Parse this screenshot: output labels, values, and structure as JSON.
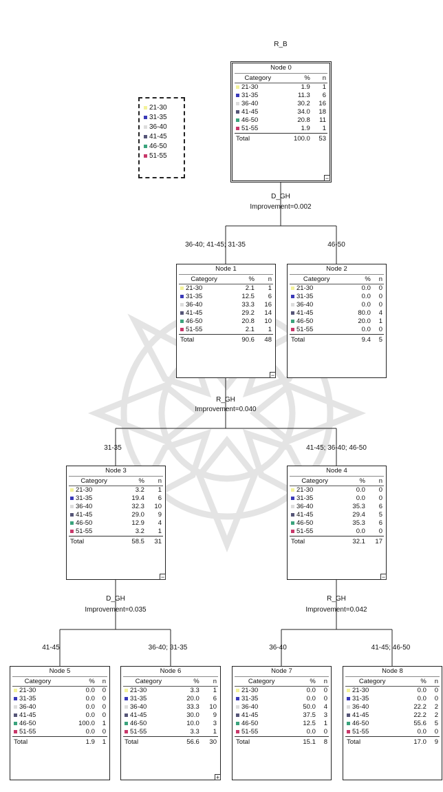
{
  "target_label": "R_B",
  "colors": {
    "21-30": "#f3f29a",
    "31-35": "#3a3ab8",
    "36-40": "#dcdcdc",
    "41-45": "#555577",
    "46-50": "#3aa37c",
    "51-55": "#c8386a"
  },
  "legend": [
    "21-30",
    "31-35",
    "36-40",
    "41-45",
    "46-50",
    "51-55"
  ],
  "headers": {
    "category": "Category",
    "pct": "%",
    "n": "n"
  },
  "total_label": "Total",
  "nodes": [
    {
      "id": "n0",
      "title": "Node 0",
      "rows": [
        [
          "21-30",
          "1.9",
          "1"
        ],
        [
          "31-35",
          "11.3",
          "6"
        ],
        [
          "36-40",
          "30.2",
          "16"
        ],
        [
          "41-45",
          "34.0",
          "18"
        ],
        [
          "46-50",
          "20.8",
          "11"
        ],
        [
          "51-55",
          "1.9",
          "1"
        ]
      ],
      "total": [
        "100.0",
        "53"
      ],
      "toggle": "−"
    },
    {
      "id": "n1",
      "title": "Node 1",
      "rows": [
        [
          "21-30",
          "2.1",
          "1"
        ],
        [
          "31-35",
          "12.5",
          "6"
        ],
        [
          "36-40",
          "33.3",
          "16"
        ],
        [
          "41-45",
          "29.2",
          "14"
        ],
        [
          "46-50",
          "20.8",
          "10"
        ],
        [
          "51-55",
          "2.1",
          "1"
        ]
      ],
      "total": [
        "90.6",
        "48"
      ],
      "toggle": "−"
    },
    {
      "id": "n2",
      "title": "Node 2",
      "rows": [
        [
          "21-30",
          "0.0",
          "0"
        ],
        [
          "31-35",
          "0.0",
          "0"
        ],
        [
          "36-40",
          "0.0",
          "0"
        ],
        [
          "41-45",
          "80.0",
          "4"
        ],
        [
          "46-50",
          "20.0",
          "1"
        ],
        [
          "51-55",
          "0.0",
          "0"
        ]
      ],
      "total": [
        "9.4",
        "5"
      ],
      "toggle": ""
    },
    {
      "id": "n3",
      "title": "Node 3",
      "rows": [
        [
          "21-30",
          "3.2",
          "1"
        ],
        [
          "31-35",
          "19.4",
          "6"
        ],
        [
          "36-40",
          "32.3",
          "10"
        ],
        [
          "41-45",
          "29.0",
          "9"
        ],
        [
          "46-50",
          "12.9",
          "4"
        ],
        [
          "51-55",
          "3.2",
          "1"
        ]
      ],
      "total": [
        "58.5",
        "31"
      ],
      "toggle": "−"
    },
    {
      "id": "n4",
      "title": "Node 4",
      "rows": [
        [
          "21-30",
          "0.0",
          "0"
        ],
        [
          "31-35",
          "0.0",
          "0"
        ],
        [
          "36-40",
          "35.3",
          "6"
        ],
        [
          "41-45",
          "29.4",
          "5"
        ],
        [
          "46-50",
          "35.3",
          "6"
        ],
        [
          "51-55",
          "0.0",
          "0"
        ]
      ],
      "total": [
        "32.1",
        "17"
      ],
      "toggle": "−"
    },
    {
      "id": "n5",
      "title": "Node 5",
      "rows": [
        [
          "21-30",
          "0.0",
          "0"
        ],
        [
          "31-35",
          "0.0",
          "0"
        ],
        [
          "36-40",
          "0.0",
          "0"
        ],
        [
          "41-45",
          "0.0",
          "0"
        ],
        [
          "46-50",
          "100.0",
          "1"
        ],
        [
          "51-55",
          "0.0",
          "0"
        ]
      ],
      "total": [
        "1.9",
        "1"
      ],
      "toggle": ""
    },
    {
      "id": "n6",
      "title": "Node 6",
      "rows": [
        [
          "21-30",
          "3.3",
          "1"
        ],
        [
          "31-35",
          "20.0",
          "6"
        ],
        [
          "36-40",
          "33.3",
          "10"
        ],
        [
          "41-45",
          "30.0",
          "9"
        ],
        [
          "46-50",
          "10.0",
          "3"
        ],
        [
          "51-55",
          "3.3",
          "1"
        ]
      ],
      "total": [
        "56.6",
        "30"
      ],
      "toggle": "+"
    },
    {
      "id": "n7",
      "title": "Node 7",
      "rows": [
        [
          "21-30",
          "0.0",
          "0"
        ],
        [
          "31-35",
          "0.0",
          "0"
        ],
        [
          "36-40",
          "50.0",
          "4"
        ],
        [
          "41-45",
          "37.5",
          "3"
        ],
        [
          "46-50",
          "12.5",
          "1"
        ],
        [
          "51-55",
          "0.0",
          "0"
        ]
      ],
      "total": [
        "15.1",
        "8"
      ],
      "toggle": ""
    },
    {
      "id": "n8",
      "title": "Node 8",
      "rows": [
        [
          "21-30",
          "0.0",
          "0"
        ],
        [
          "31-35",
          "0.0",
          "0"
        ],
        [
          "36-40",
          "22.2",
          "2"
        ],
        [
          "41-45",
          "22.2",
          "2"
        ],
        [
          "46-50",
          "55.6",
          "5"
        ],
        [
          "51-55",
          "0.0",
          "0"
        ]
      ],
      "total": [
        "17.0",
        "9"
      ],
      "toggle": ""
    }
  ],
  "splits": [
    {
      "id": "s0",
      "variable": "D_GH",
      "improvement": "Improvement=0.002",
      "left": "36-40; 41-45; 31-35",
      "right": "46-50"
    },
    {
      "id": "s1",
      "variable": "R_GH",
      "improvement": "Improvement=0.040",
      "left": "31-35",
      "right": "41-45; 36-40; 46-50"
    },
    {
      "id": "s3",
      "variable": "D_GH",
      "improvement": "Improvement=0.035",
      "left": "41-45",
      "right": "36-40; 31-35"
    },
    {
      "id": "s4",
      "variable": "R_GH",
      "improvement": "Improvement=0.042",
      "left": "36-40",
      "right": "41-45; 46-50"
    }
  ]
}
